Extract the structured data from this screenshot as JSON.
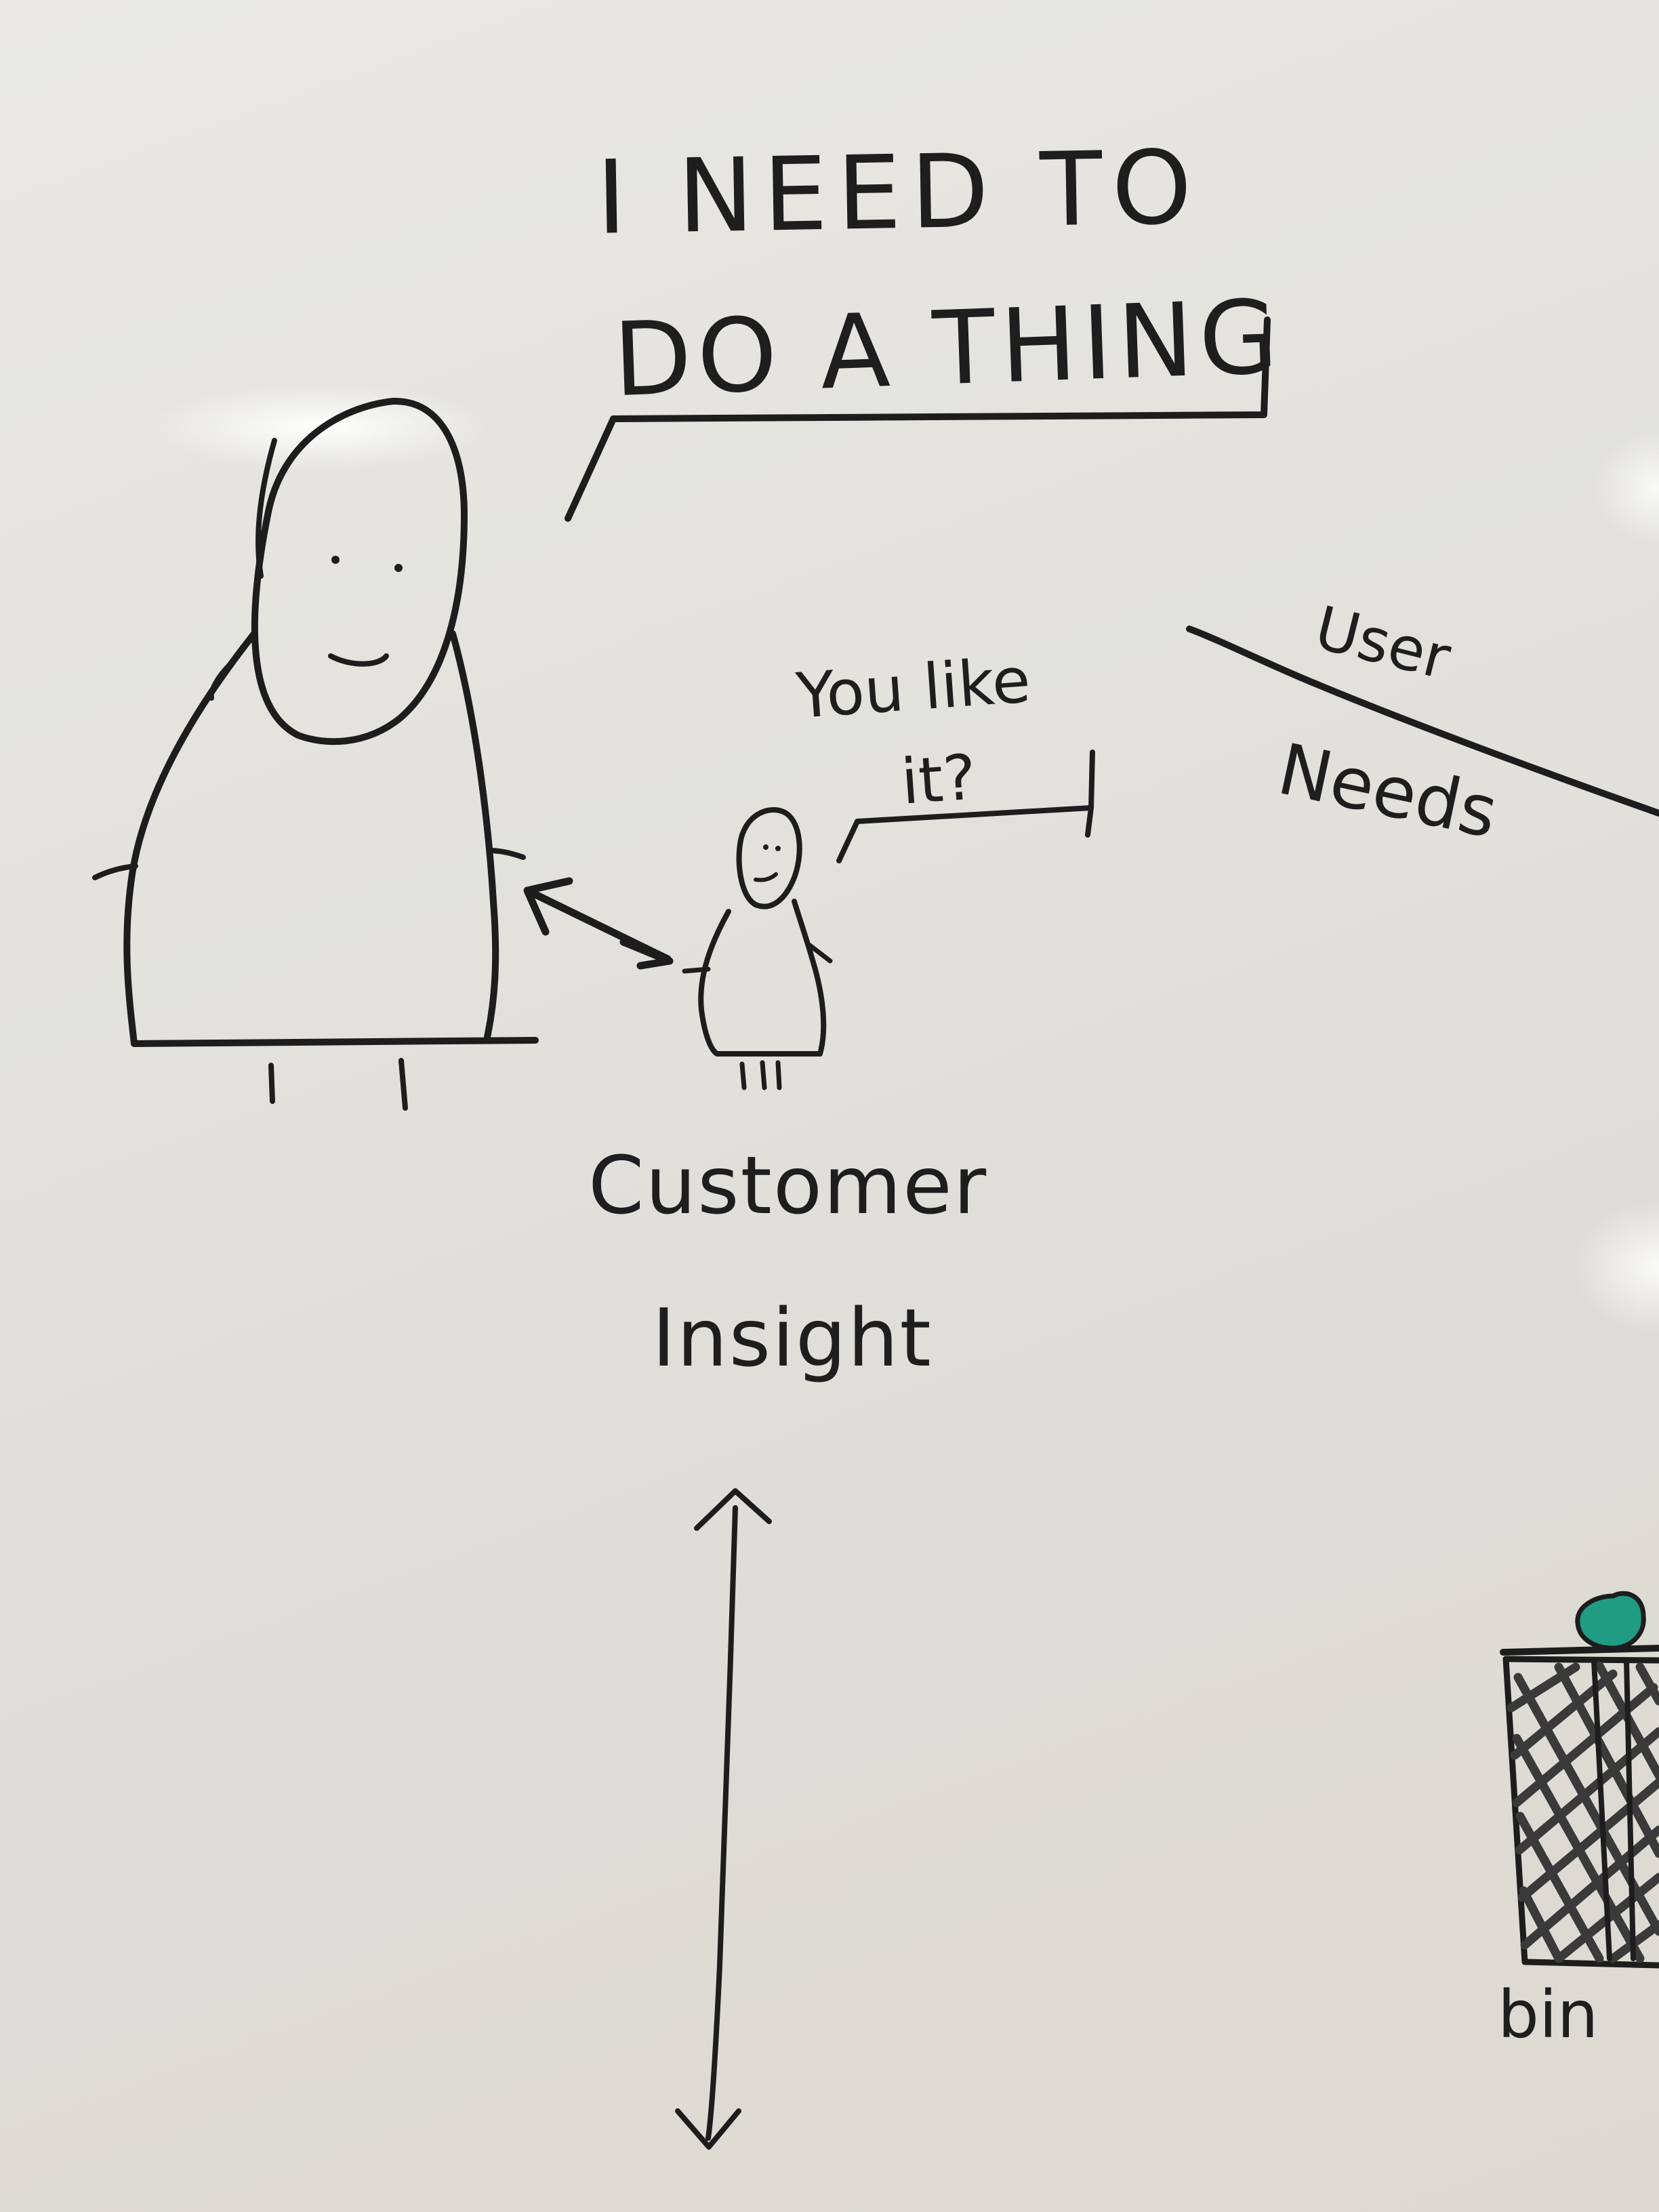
{
  "whiteboard": {
    "speech_bubble_large": {
      "line1": "I NEED TO",
      "line2": "DO A THING"
    },
    "speech_bubble_small": {
      "line1": "You like",
      "line2": "it?"
    },
    "user_needs": {
      "top": "User",
      "bottom": "Needs"
    },
    "customer_insight": {
      "line1": "Customer",
      "line2": "Insight"
    },
    "bin_label": "bin",
    "colors": {
      "ink": "#1d1d1d",
      "ball": "#1f9c82"
    }
  }
}
